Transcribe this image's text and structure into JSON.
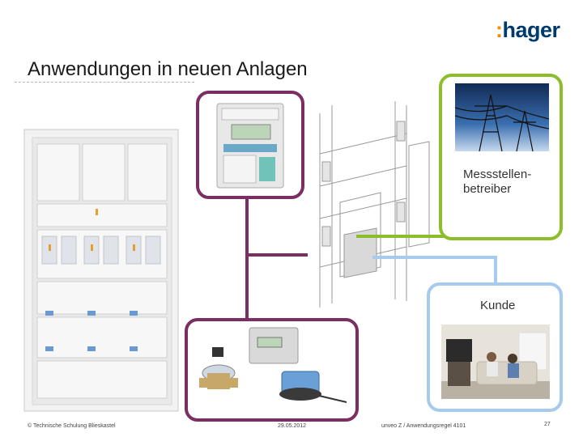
{
  "logo": {
    "dots": ":",
    "text": "hager"
  },
  "slide": {
    "title": "Anwendungen in neuen Anlagen"
  },
  "boxes": {
    "operator_line1": "Messstellen-",
    "operator_line2": "betreiber",
    "customer": "Kunde"
  },
  "colors": {
    "purple": "#7a2e63",
    "green": "#8cbd2a",
    "blue": "#a7cbee",
    "brand": "#003b6f",
    "accent": "#f08c00"
  },
  "footer": {
    "copyright": "© Technische Schulung Blieskastel",
    "date": "29.05.2012",
    "reference": "unveo Z / Anwendungsregel 4101",
    "page": "27"
  }
}
